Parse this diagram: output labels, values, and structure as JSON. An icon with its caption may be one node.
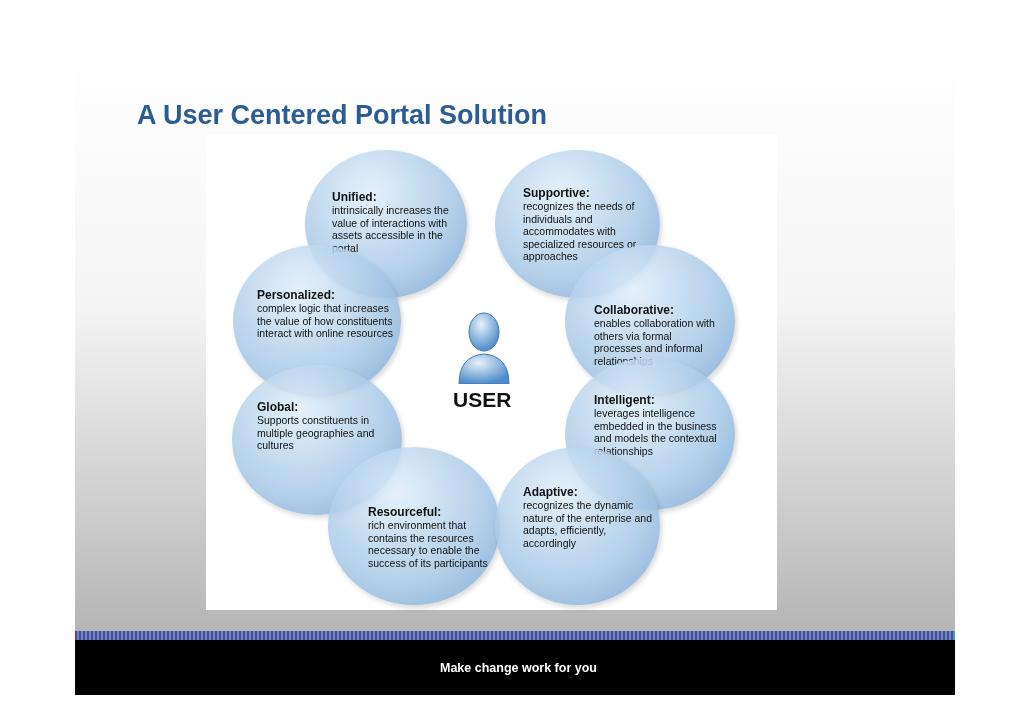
{
  "diagram": {
    "title": "A User Centered Portal Solution",
    "nodes": [
      {
        "text": [
          "Unified:",
          "intrinsically increases the value of interactions with assets accessible in the portal"
        ]
      },
      {
        "text": [
          "Supportive:",
          "recognizes the needs of individuals and accommodates with specialized resources or approaches"
        ]
      },
      {
        "text": [
          "Personalized:",
          "complex logic that increases the value of how constituents interact with online resources"
        ]
      },
      {
        "text": [
          "Collaborative:",
          "enables collaboration with others via formal processes and informal relationships"
        ]
      },
      {
        "text": [
          "USER"
        ]
      },
      {
        "text": [
          "Global:",
          "Supports constituents in multiple geographies and cultures"
        ]
      },
      {
        "text": [
          "Intelligent:",
          "leverages intelligence embedded in the business and models the contextual relationships"
        ]
      },
      {
        "text": [
          "Resourceful:",
          "rich environment that contains the resources necessary to enable the success of its participants"
        ]
      },
      {
        "text": [
          "Adaptive:",
          "recognizes the dynamic nature of the enterprise and adapts, efficiently, accordingly"
        ]
      }
    ],
    "labels": [
      "Make change work for you"
    ]
  }
}
